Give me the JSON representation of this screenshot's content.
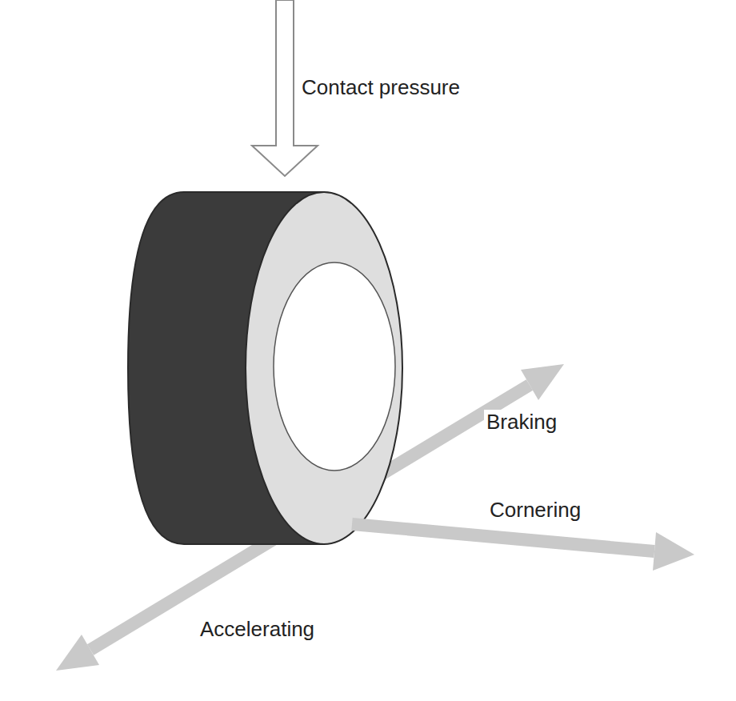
{
  "diagram": {
    "labels": [
      "Contact pressure",
      "Braking",
      "Cornering",
      "Accelerating"
    ]
  }
}
